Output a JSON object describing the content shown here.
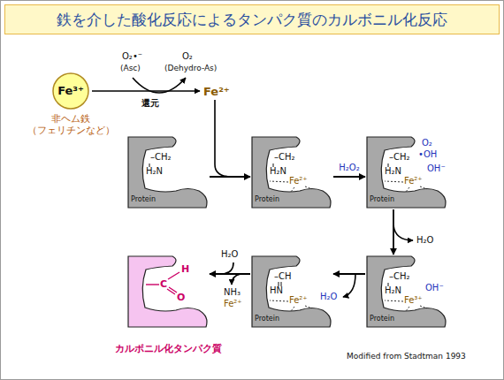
{
  "diagram": {
    "title": "鉄を介した酸化反応によるタンパク質のカルボニル化反応",
    "nodes": [
      {
        "text": [
          "Fe³⁺",
          "非ヘム鉄 （フェリチンなど）"
        ]
      },
      {
        "text": [
          "–CH₂",
          "H₂N",
          "Protein"
        ]
      },
      {
        "text": [
          "–CH₂",
          "H₂N",
          "Fe²⁺",
          "Protein"
        ]
      },
      {
        "text": [
          "–CH₂",
          "H₂N",
          "Fe²⁺",
          "O₂",
          "•OH",
          "OH⁻",
          "Protein"
        ]
      },
      {
        "text": [
          "–CH₂",
          "H₂N",
          "Fe³⁺",
          "OH⁻",
          "Protein"
        ]
      },
      {
        "text": [
          "–CH",
          "HN",
          "Fe²⁺",
          "Protein"
        ]
      },
      {
        "text": [
          "H",
          "C",
          "O",
          "カルボニル化タンパク質"
        ]
      }
    ],
    "edges": [
      {
        "from": 1,
        "to": 2,
        "arrow": "to"
      },
      {
        "from": 2,
        "to": 3,
        "label": "H₂O₂",
        "arrow": "to"
      },
      {
        "from": 3,
        "to": 4,
        "arrow": "to"
      },
      {
        "from": 4,
        "to": 5,
        "arrow": "to"
      },
      {
        "from": 5,
        "to": 6,
        "arrow": "to"
      }
    ],
    "labels": [
      "O₂•⁻",
      "(Asc)",
      "O₂",
      "(Dehydro-As)",
      "還元",
      "Fe²⁺",
      "H₂O",
      "H₂O",
      "H₂O",
      "NH₃",
      "Fe²⁺",
      "Modified from Stadtman 1993"
    ]
  }
}
